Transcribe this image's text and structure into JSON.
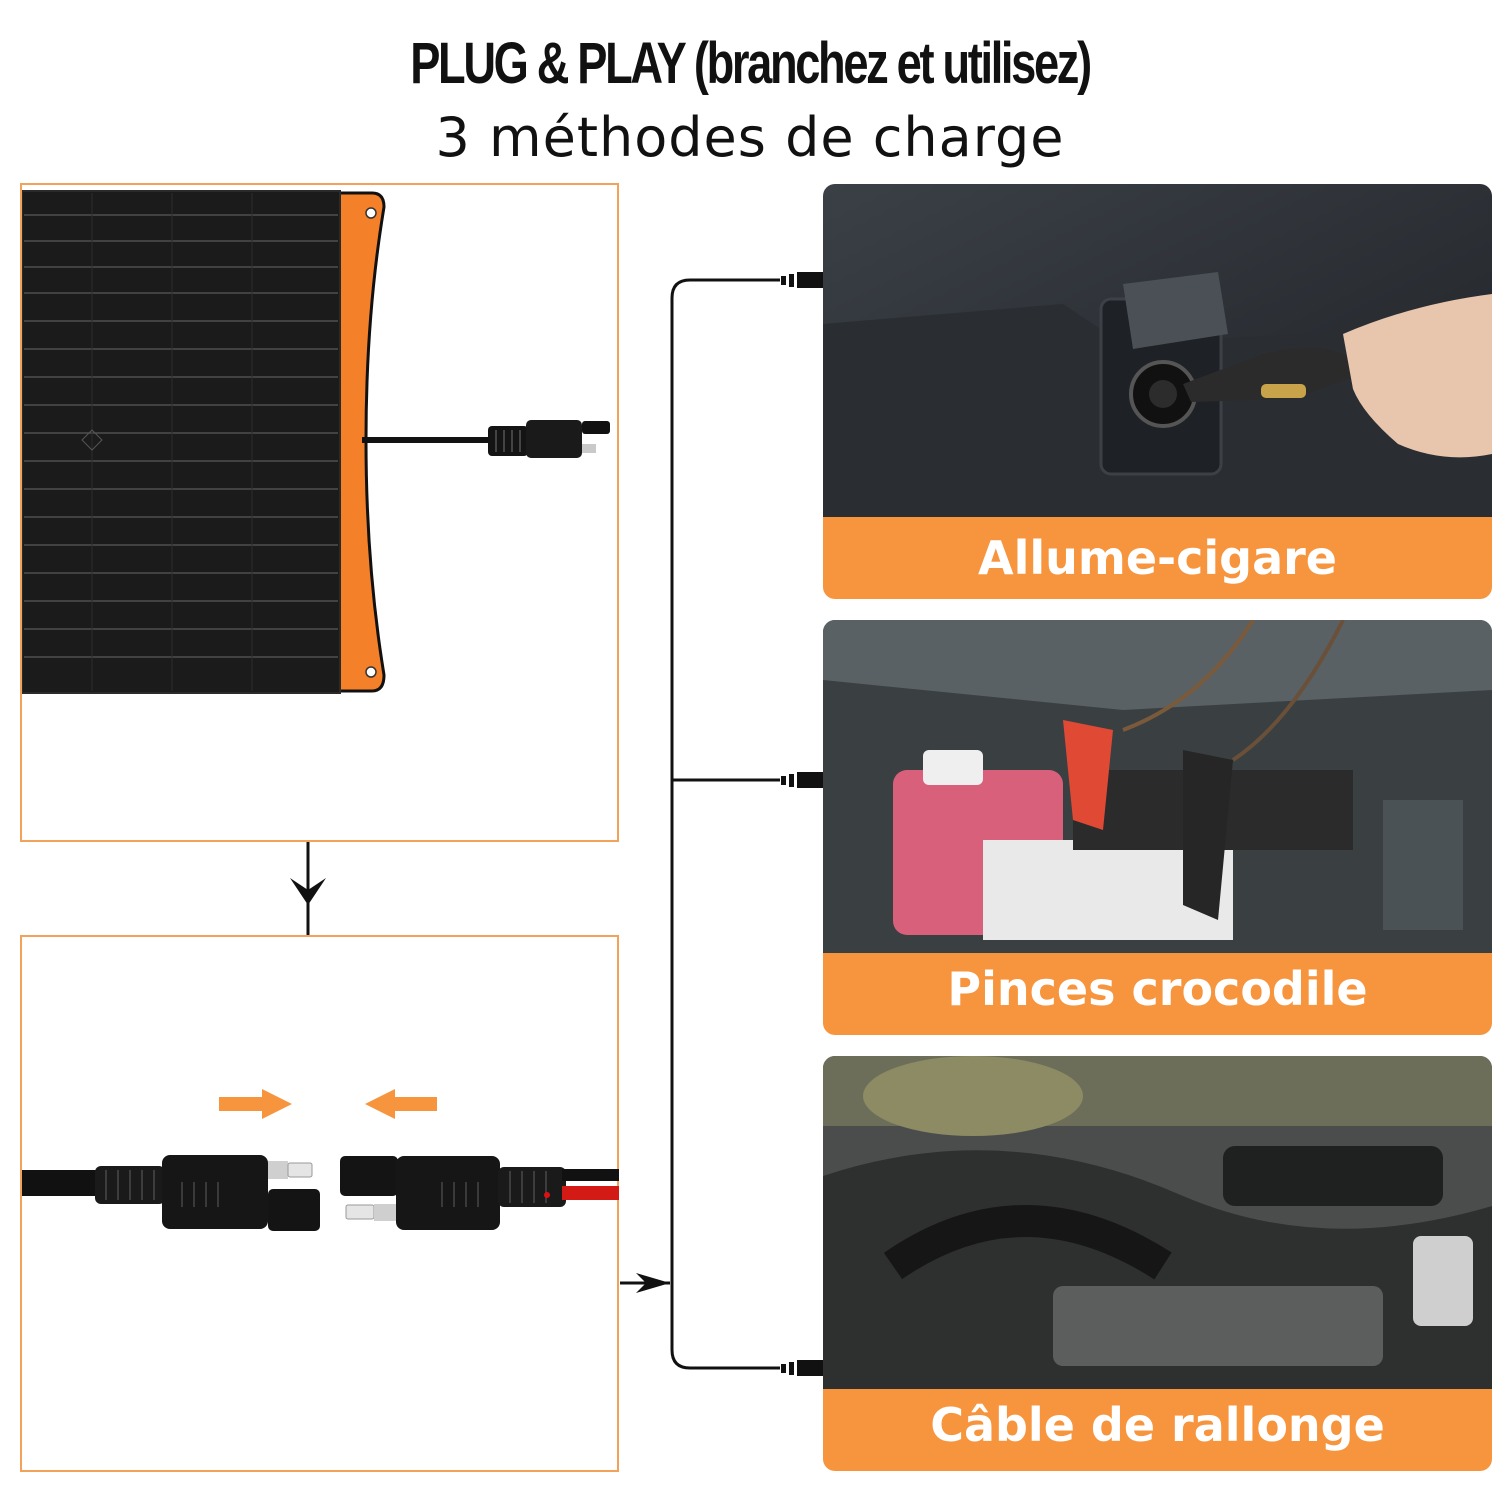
{
  "header": {
    "title": "PLUG & PLAY (branchez et utilisez)",
    "subtitle": "3 méthodes de charge"
  },
  "methods": [
    {
      "label": "Allume-cigare",
      "icon": "cigarette-lighter-photo"
    },
    {
      "label": "Pinces crocodile",
      "icon": "alligator-clips-photo"
    },
    {
      "label": "Câble de rallonge",
      "icon": "engine-bay-photo"
    }
  ],
  "colors": {
    "accent": "#f7953e",
    "border": "#f3a25a",
    "panel": "#1a1a1a",
    "text": "#111111"
  }
}
